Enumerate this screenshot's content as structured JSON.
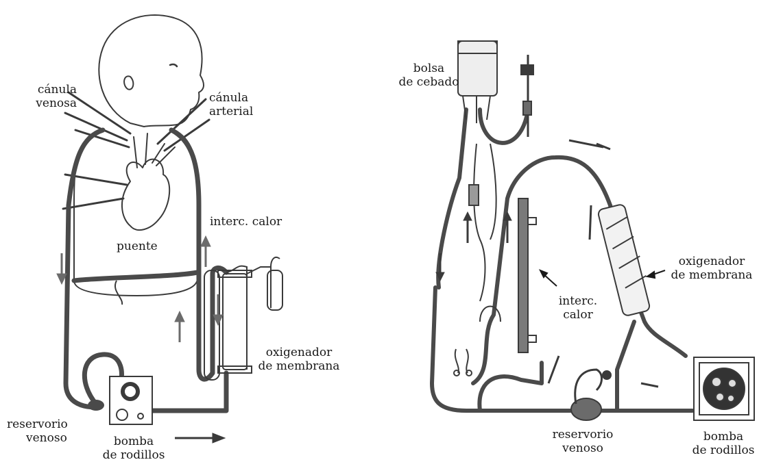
{
  "colors": {
    "line": "#3a3a3a",
    "tube": "#4a4a4a",
    "fill": "#6b6b6b",
    "paper": "#ffffff"
  },
  "left_panel": {
    "labels": {
      "canula_venosa": [
        "cánula",
        "venosa"
      ],
      "canula_arterial": [
        "cánula",
        "arterial"
      ],
      "puente": "puente",
      "interc_calor": "interc. calor",
      "oxigenador": [
        "oxigenador",
        "de membrana"
      ],
      "reservorio": [
        "reservorio",
        "venoso"
      ],
      "bomba": [
        "bomba",
        "de rodillos"
      ]
    }
  },
  "right_panel": {
    "labels": {
      "bolsa": [
        "bolsa",
        "de cebado"
      ],
      "interc_calor": [
        "interc.",
        "calor"
      ],
      "oxigenador": [
        "oxigenador",
        "de membrana"
      ],
      "reservorio": [
        "reservorio",
        "venoso"
      ],
      "bomba": [
        "bomba",
        "de rodillos"
      ]
    }
  }
}
